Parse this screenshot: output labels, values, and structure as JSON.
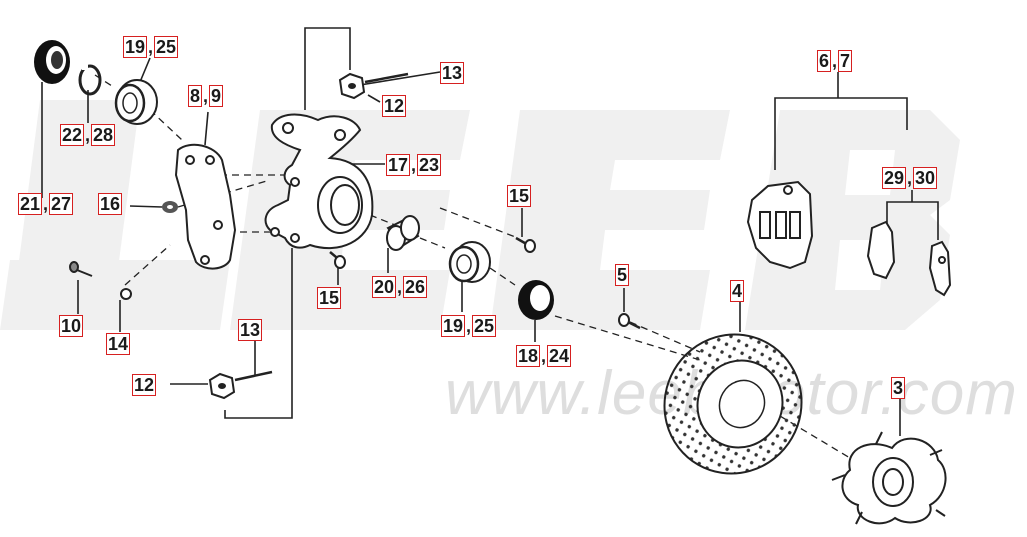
{
  "watermark": {
    "brand_logo": "LEEB",
    "url_text": "www.leebmotor.com"
  },
  "callouts": {
    "c21_27": [
      "21",
      "27"
    ],
    "c22_28": [
      "22",
      "28"
    ],
    "c19_25_top": [
      "19",
      "25"
    ],
    "c8_9": [
      "8",
      "9"
    ],
    "c16": [
      "16"
    ],
    "c10": [
      "10"
    ],
    "c14": [
      "14"
    ],
    "c13_top": [
      "13"
    ],
    "c12_top": [
      "12"
    ],
    "c17_23": [
      "17",
      "23"
    ],
    "c15_right": [
      "15"
    ],
    "c15_left": [
      "15"
    ],
    "c20_26": [
      "20",
      "26"
    ],
    "c19_25_mid": [
      "19",
      "25"
    ],
    "c18_24": [
      "18",
      "24"
    ],
    "c13_bottom": [
      "13"
    ],
    "c12_bottom": [
      "12"
    ],
    "c5": [
      "5"
    ],
    "c4": [
      "4"
    ],
    "c3": [
      "3"
    ],
    "c6_7": [
      "6",
      "7"
    ],
    "c29_30": [
      "29",
      "30"
    ]
  }
}
